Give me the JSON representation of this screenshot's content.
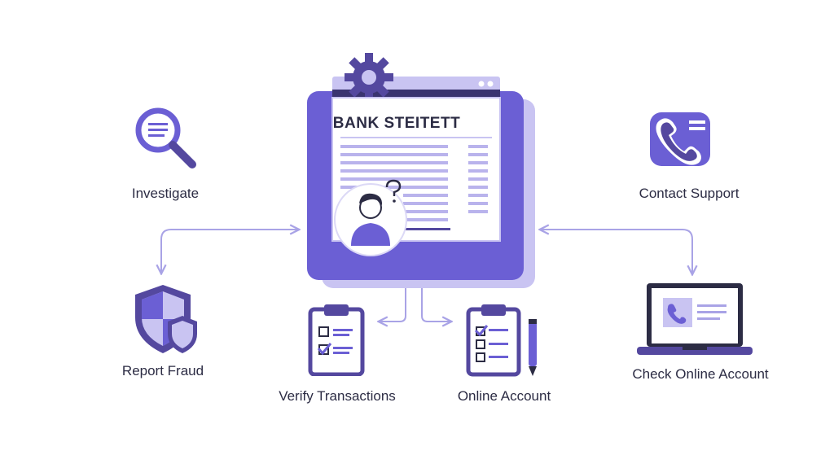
{
  "colors": {
    "accent": "#6b5fd4",
    "accent_dark": "#54489f",
    "accent_light": "#c9c4f2",
    "panel_bg": "#ffffff",
    "line": "#a9a3e6",
    "text": "#2c2c44"
  },
  "center": {
    "document_title": "BANK STEITETT",
    "icons": [
      "gear-icon",
      "user-question-icon"
    ]
  },
  "nodes": {
    "investigate": {
      "label": "Investigate",
      "icon": "magnifier-icon"
    },
    "report_fraud": {
      "label": "Report Fraud",
      "icon": "shield-icon"
    },
    "verify_transactions": {
      "label": "Verify Transactions",
      "icon": "clipboard-icon"
    },
    "online_account": {
      "label": "Online Account",
      "icon": "checklist-icon"
    },
    "contact_support": {
      "label": "Contact Support",
      "icon": "phone-icon"
    },
    "check_online_account": {
      "label": "Check Online Account",
      "icon": "laptop-icon"
    }
  }
}
